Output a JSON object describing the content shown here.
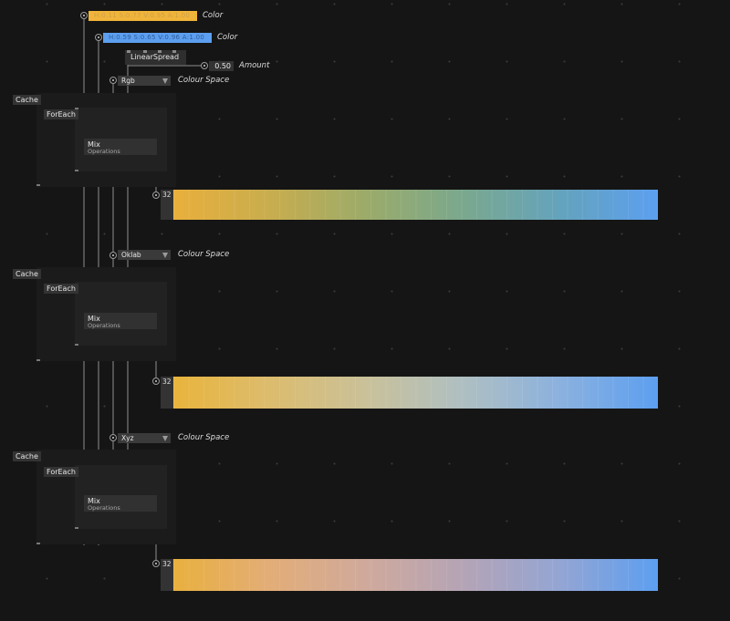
{
  "inputs": {
    "color_a": {
      "value": "H:0.11 S:0.77 V:0.95 A:1.00",
      "label": "Color",
      "swatch": "#f1b43a"
    },
    "color_b": {
      "value": "H:0.59 S:0.65 V:0.96 A:1.00",
      "label": "Color",
      "swatch": "#5c9ff0"
    },
    "amount": {
      "value": "0.50",
      "label": "Amount"
    }
  },
  "linear_spread": {
    "title": "LinearSpread"
  },
  "groups": [
    {
      "colour_space": "Rgb",
      "colour_space_label": "Colour Space",
      "cache_label": "Cache",
      "foreach_label": "ForEach",
      "mix_title": "Mix",
      "mix_subtitle": "Operations",
      "count": "32",
      "gradient": [
        "#e9af3c",
        "#c8ad4e",
        "#9bab6a",
        "#7aa88e",
        "#64a3bd",
        "#5c9ff0"
      ]
    },
    {
      "colour_space": "Oklab",
      "colour_space_label": "Colour Space",
      "cache_label": "Cache",
      "foreach_label": "ForEach",
      "mix_title": "Mix",
      "mix_subtitle": "Operations",
      "count": "32",
      "gradient": [
        "#e9b43c",
        "#dcbc6e",
        "#c9c19a",
        "#aebfc2",
        "#8bb1df",
        "#5c9ff0"
      ]
    },
    {
      "colour_space": "Xyz",
      "colour_space_label": "Colour Space",
      "cache_label": "Cache",
      "foreach_label": "ForEach",
      "mix_title": "Mix",
      "mix_subtitle": "Operations",
      "count": "32",
      "gradient": [
        "#e9b03e",
        "#e2ad78",
        "#cfa99c",
        "#b4a4b6",
        "#93a5d4",
        "#5c9ff0"
      ]
    }
  ],
  "colors": {
    "background": "#151515",
    "wire": "#8e8e8e",
    "node": "#2f2f2f",
    "region": "#1b1b1b"
  }
}
